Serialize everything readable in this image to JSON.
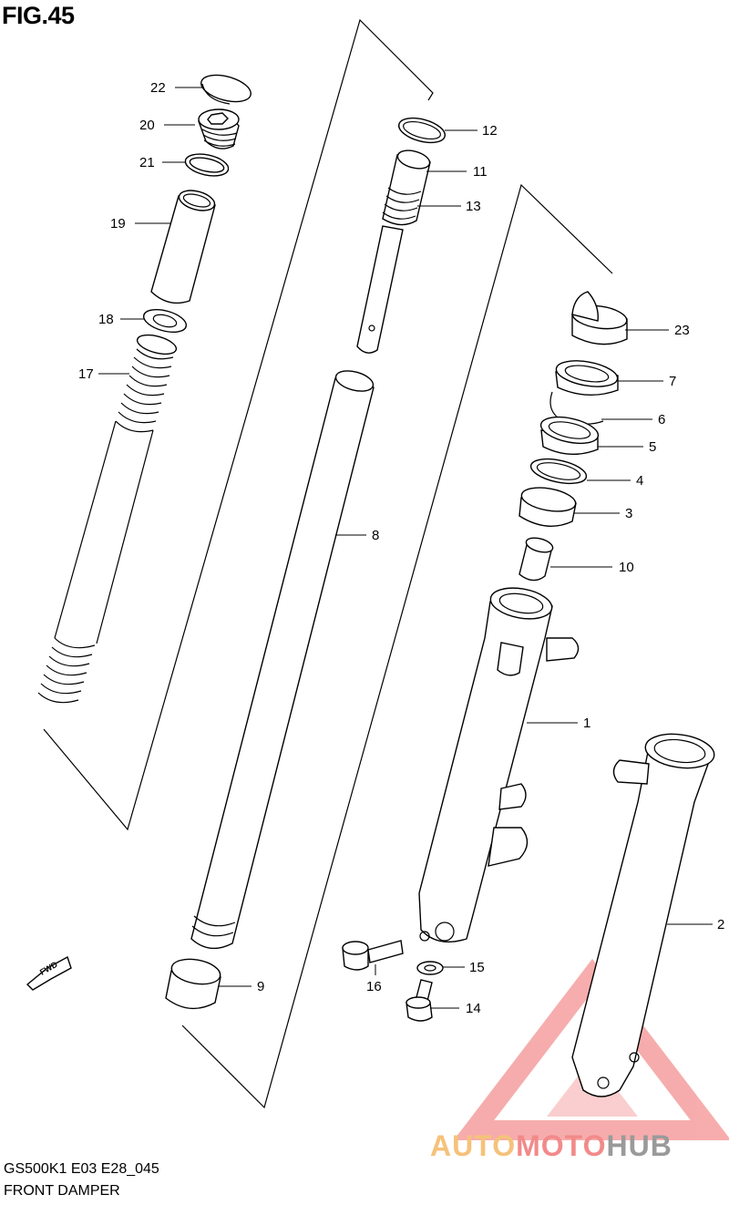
{
  "figure": {
    "title": "FIG.45",
    "code": "GS500K1 E03 E28_045",
    "name": "FRONT DAMPER",
    "direction_arrow_text": "FWD"
  },
  "watermark": {
    "brand_parts": [
      "AUTO",
      "MOTO",
      "HUB"
    ],
    "colors": [
      "#f5c27a",
      "#f28a8a",
      "#9a9a9a"
    ]
  },
  "callouts": [
    {
      "id": "c1",
      "label": "1"
    },
    {
      "id": "c2",
      "label": "2"
    },
    {
      "id": "c3",
      "label": "3"
    },
    {
      "id": "c4",
      "label": "4"
    },
    {
      "id": "c5",
      "label": "5"
    },
    {
      "id": "c6",
      "label": "6"
    },
    {
      "id": "c7",
      "label": "7"
    },
    {
      "id": "c8",
      "label": "8"
    },
    {
      "id": "c9",
      "label": "9"
    },
    {
      "id": "c10",
      "label": "10"
    },
    {
      "id": "c11",
      "label": "11"
    },
    {
      "id": "c12",
      "label": "12"
    },
    {
      "id": "c13",
      "label": "13"
    },
    {
      "id": "c14",
      "label": "14"
    },
    {
      "id": "c15",
      "label": "15"
    },
    {
      "id": "c16",
      "label": "16"
    },
    {
      "id": "c17",
      "label": "17"
    },
    {
      "id": "c18",
      "label": "18"
    },
    {
      "id": "c19",
      "label": "19"
    },
    {
      "id": "c20",
      "label": "20"
    },
    {
      "id": "c21",
      "label": "21"
    },
    {
      "id": "c22",
      "label": "22"
    },
    {
      "id": "c23",
      "label": "23"
    }
  ]
}
